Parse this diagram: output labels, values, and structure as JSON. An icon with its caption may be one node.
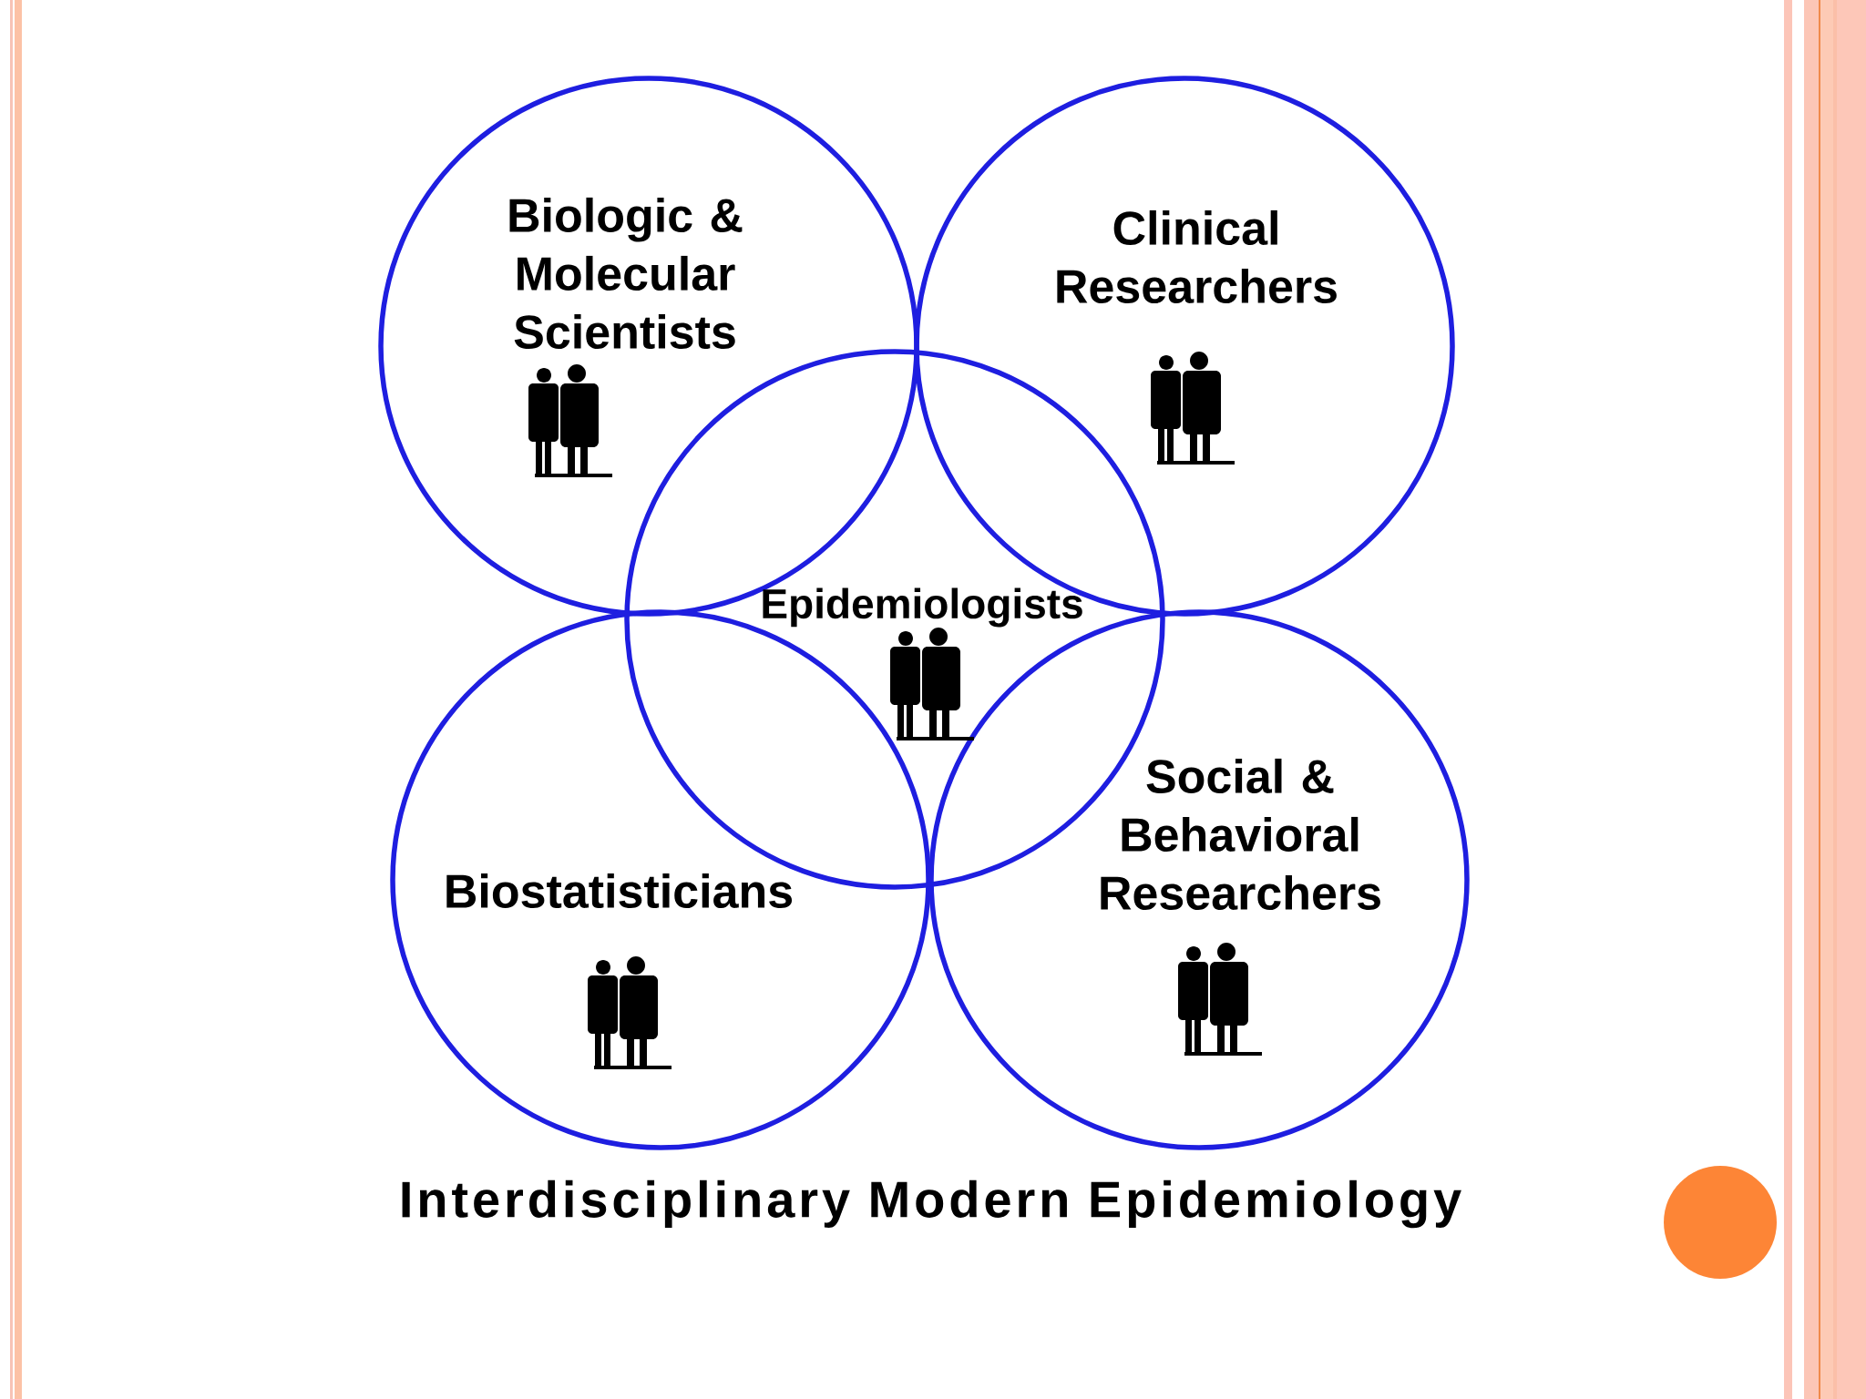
{
  "diagram": {
    "caption": "Interdisciplinary Modern Epidemiology",
    "nodes": [
      {
        "text": [
          "Biologic & Molecular Scientists"
        ]
      },
      {
        "text": [
          "Clinical Researchers"
        ]
      },
      {
        "text": [
          "Epidemiologists"
        ]
      },
      {
        "text": [
          "Biostatisticians"
        ]
      },
      {
        "text": [
          "Social & Behavioral Researchers"
        ]
      }
    ]
  }
}
